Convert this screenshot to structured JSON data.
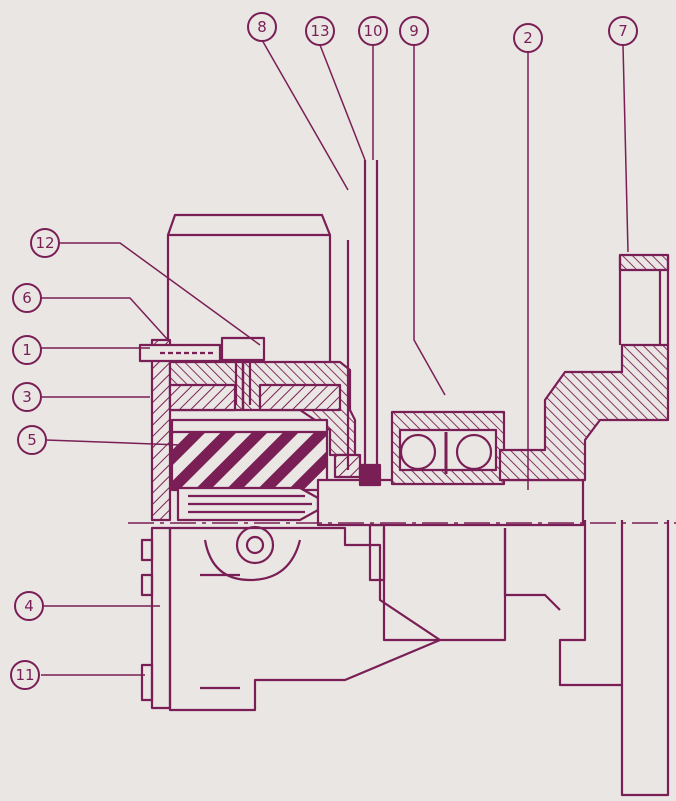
{
  "diagram": {
    "colors": {
      "ink": "#7a1f55",
      "paper": "#e9e6e4"
    },
    "callouts": [
      {
        "id": "c1",
        "label": "1",
        "part": ""
      },
      {
        "id": "c2",
        "label": "2",
        "part": ""
      },
      {
        "id": "c3",
        "label": "3",
        "part": ""
      },
      {
        "id": "c4",
        "label": "4",
        "part": ""
      },
      {
        "id": "c5",
        "label": "5",
        "part": ""
      },
      {
        "id": "c6",
        "label": "6",
        "part": ""
      },
      {
        "id": "c7",
        "label": "7",
        "part": ""
      },
      {
        "id": "c8",
        "label": "8",
        "part": ""
      },
      {
        "id": "c9",
        "label": "9",
        "part": ""
      },
      {
        "id": "c10",
        "label": "10",
        "part": ""
      },
      {
        "id": "c11",
        "label": "11",
        "part": ""
      },
      {
        "id": "c12",
        "label": "12",
        "part": ""
      },
      {
        "id": "c13",
        "label": "13",
        "part": ""
      }
    ]
  }
}
